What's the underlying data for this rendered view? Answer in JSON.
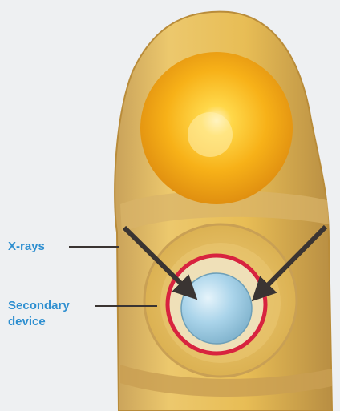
{
  "labels": {
    "xrays": "X-rays",
    "secondary_line1": "Secondary",
    "secondary_line2": "device"
  },
  "colors": {
    "background": "#eef0f2",
    "casing": "#e6b94c",
    "fusion_core": "#f6a713",
    "ring": "#d8233f",
    "capsule": "#a9d3ea",
    "label_text": "#2e8fd0",
    "arrow": "#3a3432"
  },
  "icons": {
    "primary": "fusion-fireball",
    "secondary": "spherical-capsule"
  }
}
